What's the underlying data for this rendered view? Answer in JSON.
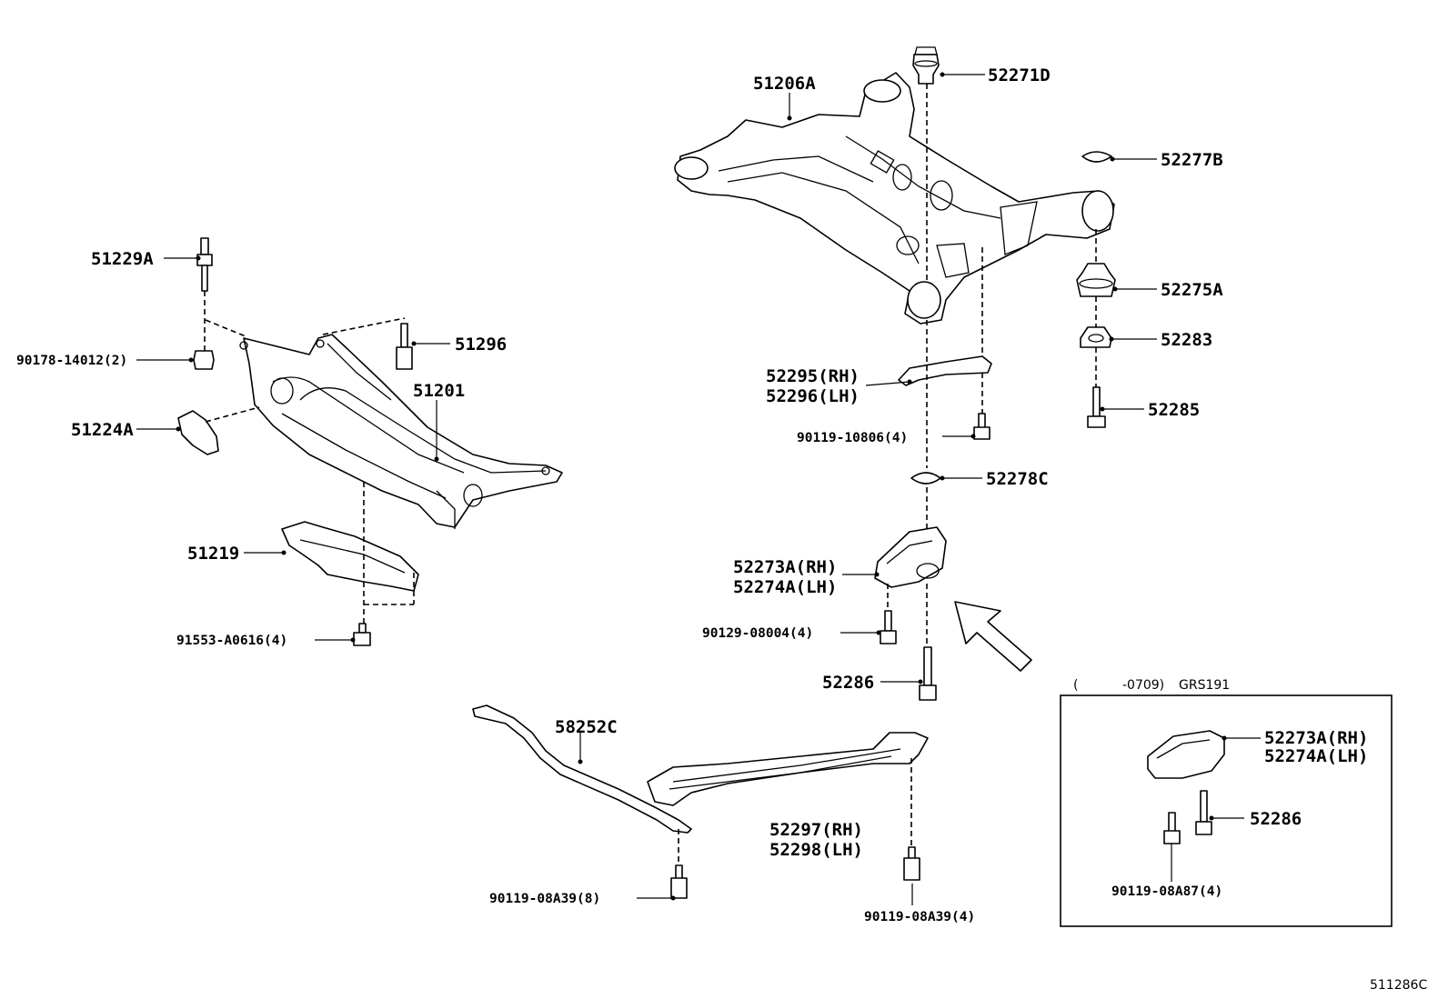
{
  "diagram": {
    "labels": {
      "l_51206A": "51206A",
      "l_52271D": "52271D",
      "l_52277B": "52277B",
      "l_52275A": "52275A",
      "l_52283": "52283",
      "l_52285": "52285",
      "l_52295": "52295(RH)",
      "l_52296": "52296(LH)",
      "l_90119_10806": "90119-10806(4)",
      "l_52278C": "52278C",
      "l_52273A": "52273A(RH)",
      "l_52274A": "52274A(LH)",
      "l_90129_08004": "90129-08004(4)",
      "l_52286": "52286",
      "l_51229A": "51229A",
      "l_90178_14012": "90178-14012(2)",
      "l_51296": "51296",
      "l_51201": "51201",
      "l_51224A": "51224A",
      "l_51219": "51219",
      "l_91553_A0616": "91553-A0616(4)",
      "l_58252C": "58252C",
      "l_52297": "52297(RH)",
      "l_52298": "52298(LH)",
      "l_90119_08A39_8": "90119-08A39(8)",
      "l_90119_08A39_4": "90119-08A39(4)"
    },
    "inset": {
      "header_open": "(",
      "header_range": "-0709)",
      "header_model": "GRS191",
      "l_52273A": "52273A(RH)",
      "l_52274A": "52274A(LH)",
      "l_52286": "52286",
      "l_90119_08A87": "90119-08A87(4)"
    },
    "figure_code": "511286C"
  }
}
